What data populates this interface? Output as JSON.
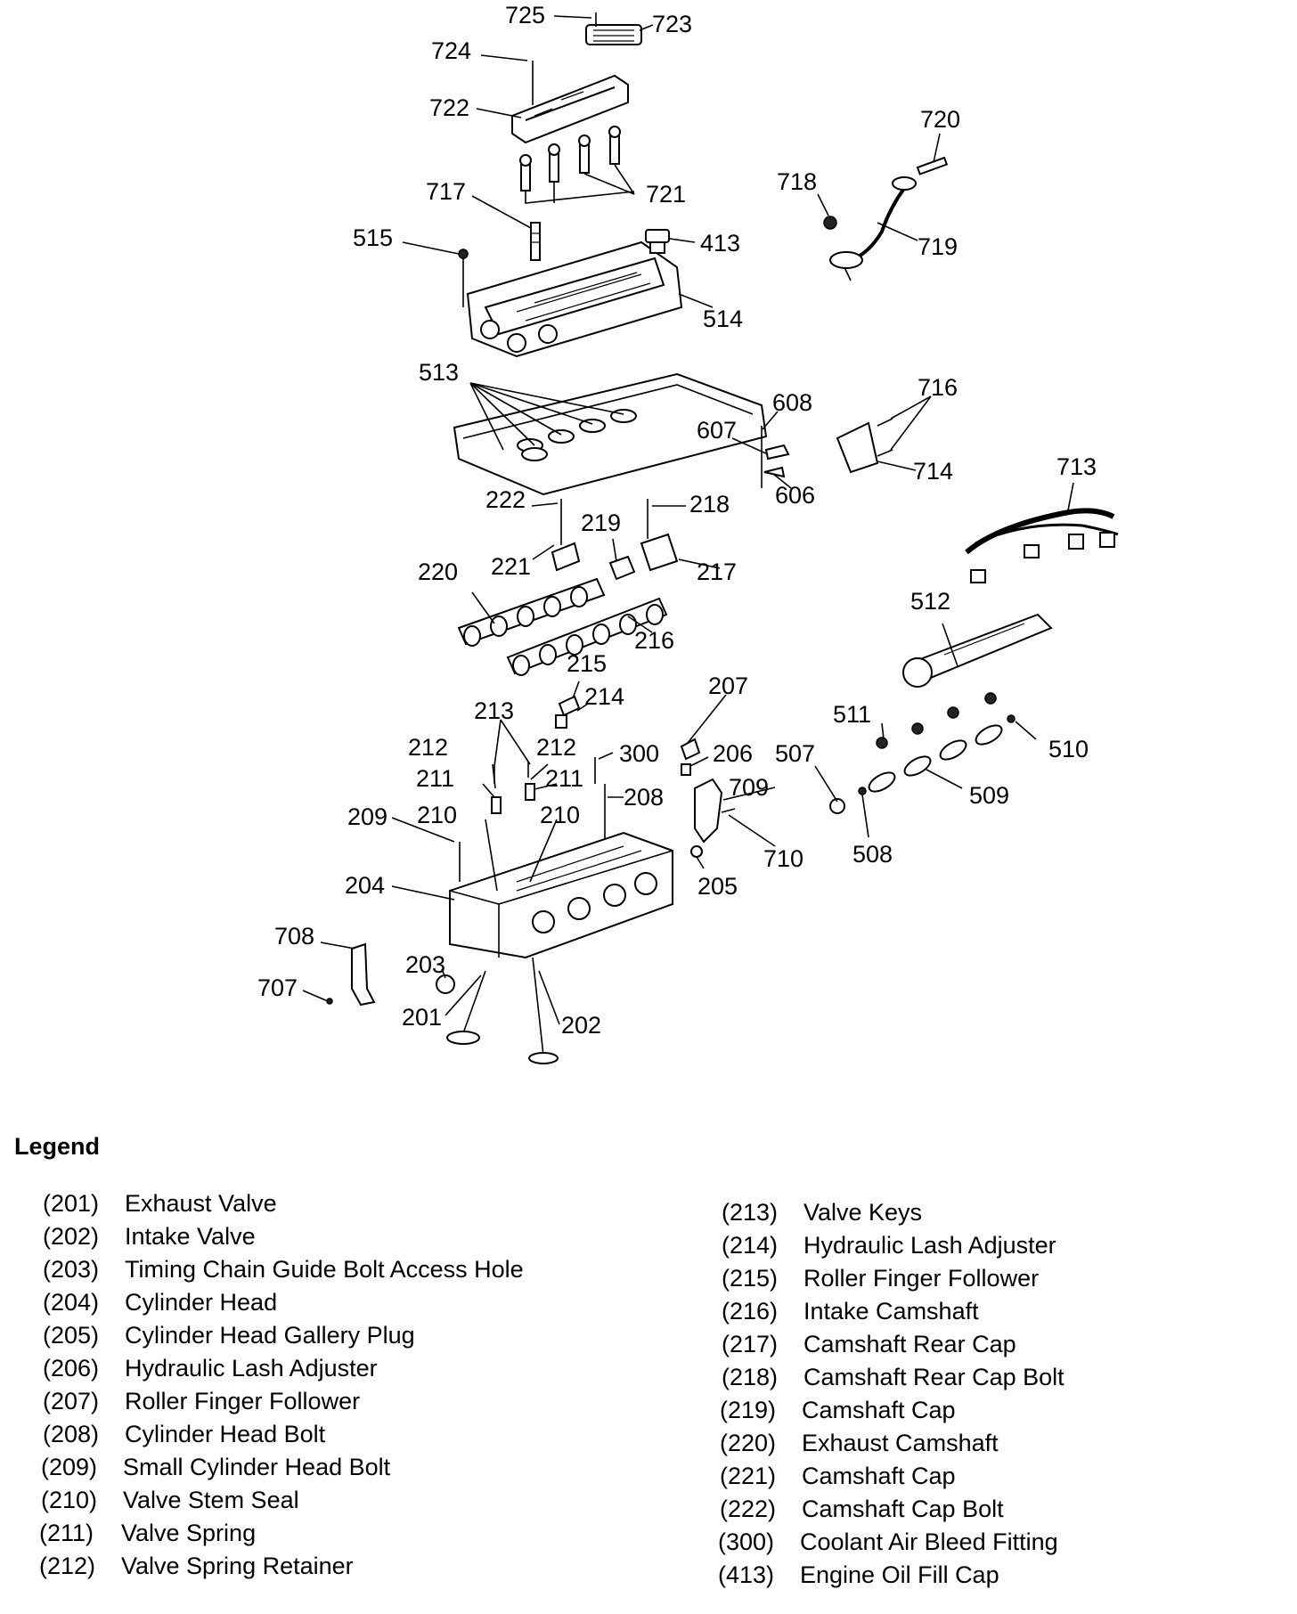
{
  "callouts": {
    "c725": "725",
    "c723": "723",
    "c724": "724",
    "c722": "722",
    "c721": "721",
    "c720": "720",
    "c718": "718",
    "c719": "719",
    "c717": "717",
    "c515": "515",
    "c413": "413",
    "c514": "514",
    "c513": "513",
    "c608": "608",
    "c607": "607",
    "c606": "606",
    "c716": "716",
    "c714": "714",
    "c713": "713",
    "c222": "222",
    "c218": "218",
    "c219": "219",
    "c221": "221",
    "c217": "217",
    "c220": "220",
    "c216": "216",
    "c512": "512",
    "c215": "215",
    "c214": "214",
    "c213": "213",
    "c207": "207",
    "c212a": "212",
    "c212b": "212",
    "c300": "300",
    "c206": "206",
    "c507": "507",
    "c511": "511",
    "c510": "510",
    "c211a": "211",
    "c211b": "211",
    "c709": "709",
    "c208": "208",
    "c509": "509",
    "c209": "209",
    "c210a": "210",
    "c210b": "210",
    "c710": "710",
    "c508": "508",
    "c204": "204",
    "c205": "205",
    "c708": "708",
    "c203": "203",
    "c707": "707",
    "c201": "201",
    "c202": "202"
  },
  "legend": {
    "title": "Legend",
    "left": [
      {
        "num": "(201)",
        "name": "Exhaust Valve"
      },
      {
        "num": "(202)",
        "name": "Intake Valve"
      },
      {
        "num": "(203)",
        "name": "Timing Chain Guide Bolt Access Hole"
      },
      {
        "num": "(204)",
        "name": "Cylinder Head"
      },
      {
        "num": "(205)",
        "name": "Cylinder Head Gallery Plug"
      },
      {
        "num": "(206)",
        "name": "Hydraulic Lash Adjuster"
      },
      {
        "num": "(207)",
        "name": "Roller Finger Follower"
      },
      {
        "num": "(208)",
        "name": "Cylinder Head Bolt"
      },
      {
        "num": "(209)",
        "name": "Small Cylinder Head Bolt"
      },
      {
        "num": "(210)",
        "name": "Valve Stem Seal"
      },
      {
        "num": "(211)",
        "name": "Valve Spring"
      },
      {
        "num": "(212)",
        "name": "Valve Spring Retainer"
      }
    ],
    "right": [
      {
        "num": "(213)",
        "name": "Valve Keys"
      },
      {
        "num": "(214)",
        "name": "Hydraulic Lash Adjuster"
      },
      {
        "num": "(215)",
        "name": "Roller Finger Follower"
      },
      {
        "num": "(216)",
        "name": "Intake Camshaft"
      },
      {
        "num": "(217)",
        "name": "Camshaft Rear Cap"
      },
      {
        "num": "(218)",
        "name": "Camshaft Rear Cap Bolt"
      },
      {
        "num": "(219)",
        "name": "Camshaft Cap"
      },
      {
        "num": "(220)",
        "name": "Exhaust Camshaft"
      },
      {
        "num": "(221)",
        "name": "Camshaft Cap"
      },
      {
        "num": "(222)",
        "name": "Camshaft Cap Bolt"
      },
      {
        "num": "(300)",
        "name": "Coolant Air Bleed Fitting"
      },
      {
        "num": "(413)",
        "name": "Engine Oil Fill Cap"
      }
    ]
  }
}
